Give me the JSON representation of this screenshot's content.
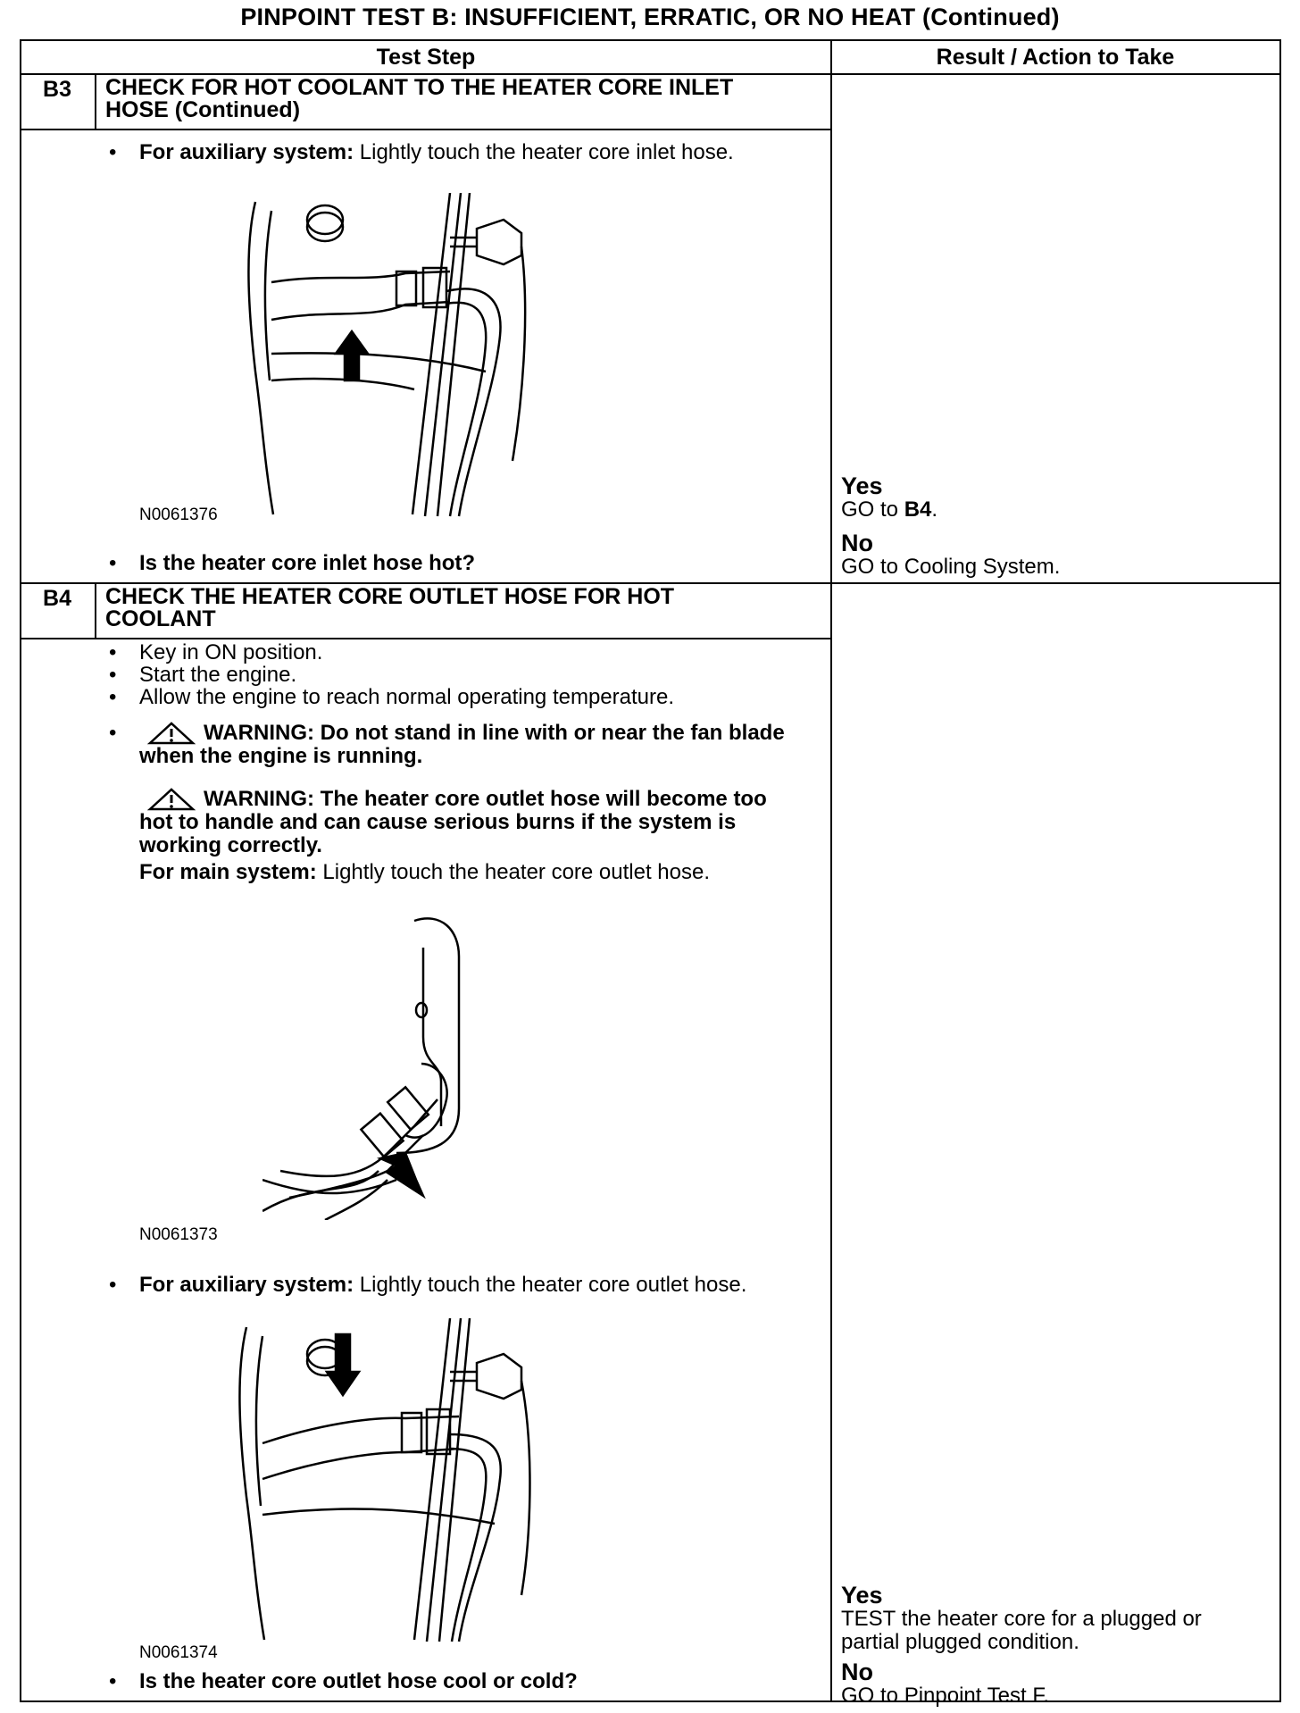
{
  "title": "PINPOINT TEST B: INSUFFICIENT, ERRATIC, OR NO HEAT (Continued)",
  "headers": {
    "test_step": "Test Step",
    "result": "Result / Action to Take"
  },
  "b3": {
    "id": "B3",
    "title": "CHECK FOR HOT COOLANT TO THE HEATER CORE INLET HOSE (Continued)",
    "aux_label": "For auxiliary system:",
    "aux_text": " Lightly touch the heater core inlet hose.",
    "figure_id": "N0061376",
    "question": "Is the heater core inlet hose hot?",
    "yes_label": "Yes",
    "yes_text": "GO to ",
    "yes_ref": "B4",
    "yes_end": ".",
    "no_label": "No",
    "no_text": "GO to Cooling System."
  },
  "b4": {
    "id": "B4",
    "title": "CHECK THE HEATER CORE OUTLET HOSE FOR HOT COOLANT",
    "steps": [
      "Key in ON position.",
      "Start the engine.",
      "Allow the engine to reach normal operating temperature."
    ],
    "warning1": "WARNING: Do not stand in line with or near the fan blade when the engine is running.",
    "warning2": "WARNING: The heater core outlet hose will become too hot to handle and can cause serious burns if the system is working correctly.",
    "main_label": "For main system:",
    "main_text": " Lightly touch the heater core outlet hose.",
    "figure1_id": "N0061373",
    "aux_label": "For auxiliary system:",
    "aux_text": " Lightly touch the heater core outlet hose.",
    "figure2_id": "N0061374",
    "question": "Is the heater core outlet hose cool or cold?",
    "yes_label": "Yes",
    "yes_text": "TEST the heater core for a plugged or partial plugged condition.",
    "no_label": "No",
    "no_text": "GO to Pinpoint Test F."
  }
}
